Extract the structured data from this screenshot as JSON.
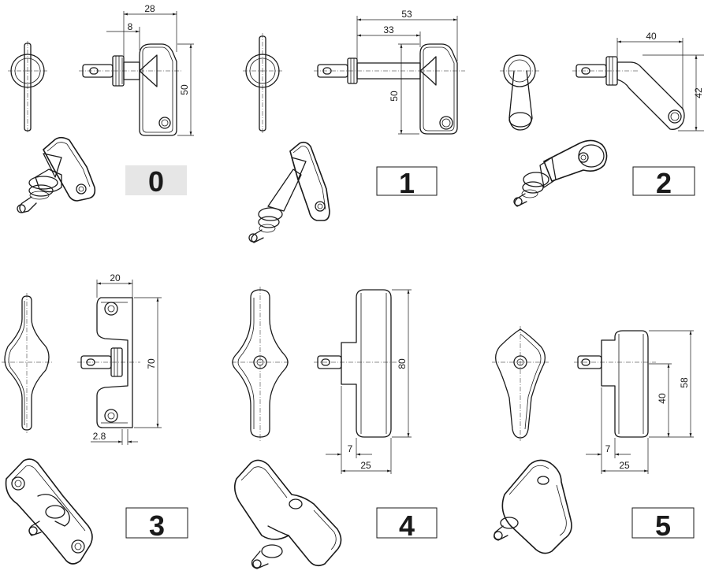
{
  "variants": [
    {
      "id": "0",
      "label": "0",
      "dims": {
        "width": "28",
        "offset": "8",
        "height": "50"
      }
    },
    {
      "id": "1",
      "label": "1",
      "dims": {
        "width": "53",
        "offset": "33",
        "height": "50"
      }
    },
    {
      "id": "2",
      "label": "2",
      "dims": {
        "width": "40",
        "height": "42"
      }
    },
    {
      "id": "3",
      "label": "3",
      "dims": {
        "width": "20",
        "height": "70",
        "thickness": "2.8"
      }
    },
    {
      "id": "4",
      "label": "4",
      "dims": {
        "height": "80",
        "shaft": "7",
        "depth": "25"
      }
    },
    {
      "id": "5",
      "label": "5",
      "dims": {
        "height": "58",
        "inner": "40",
        "shaft": "7",
        "depth": "25"
      }
    }
  ],
  "selected": "0",
  "colors": {
    "ink": "#1a1a1a",
    "selected_box": "#e6e6e6",
    "background": "#ffffff"
  }
}
